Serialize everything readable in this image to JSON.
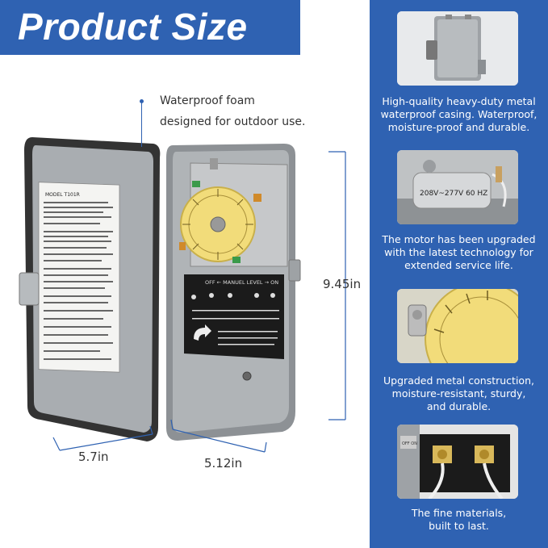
{
  "title": "Product Size",
  "annotations": {
    "foam_line1": "Waterproof foam",
    "foam_line2": "designed for outdoor use.",
    "height": "9.45in",
    "width_left": "5.7in",
    "width_right": "5.12in"
  },
  "panel": {
    "label_model": "MODEL T101R",
    "motor_label": "208V~277V  60 HZ",
    "manual_level": "OFF ← MANUEL LEVEL → ON",
    "off_on": "OFF ON"
  },
  "features": [
    {
      "lines": [
        "High-quality heavy-duty metal",
        "waterproof casing. Waterproof,",
        "moisture-proof and durable."
      ]
    },
    {
      "lines": [
        "The motor has been upgraded",
        "with the latest technology for",
        "extended service life."
      ]
    },
    {
      "lines": [
        "Upgraded metal construction,",
        "moisture-resistant, sturdy,",
        "and durable."
      ]
    },
    {
      "lines": [
        "The fine materials,",
        "built to last."
      ]
    }
  ],
  "colors": {
    "brand_blue": "#2f62b2",
    "casing_gray": "#a9adb1",
    "dial_yellow": "#f2dc7a"
  }
}
